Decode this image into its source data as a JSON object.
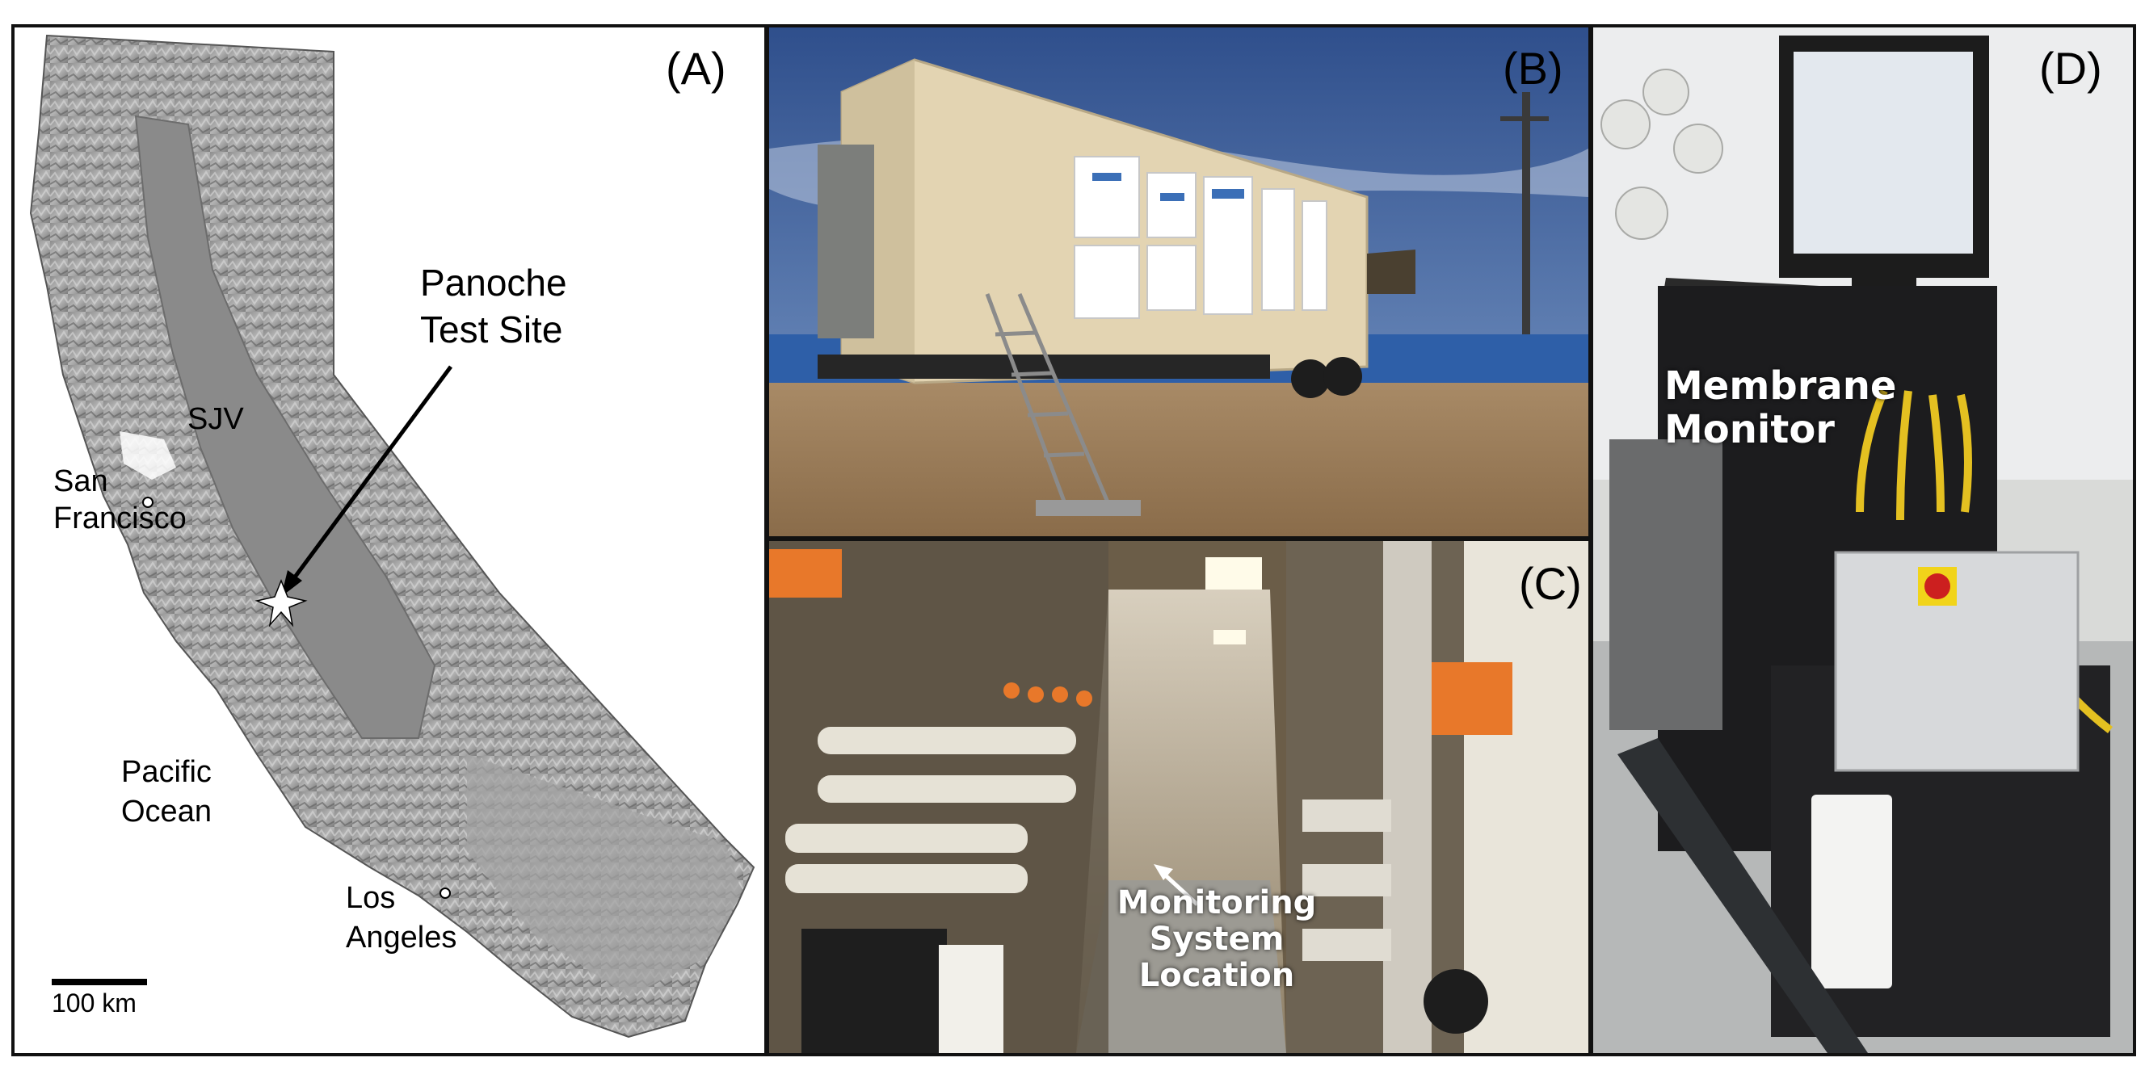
{
  "panels": {
    "a": {
      "label": "(A)",
      "site_title": "Panoche\nTest Site",
      "labels": {
        "sjv": "SJV",
        "san_francisco": "San\nFrancisco",
        "pacific_ocean": "Pacific\nOcean",
        "los_angeles": "Los\nAngeles"
      },
      "scale": "100 km"
    },
    "b": {
      "label": "(B)"
    },
    "c": {
      "label": "(C)",
      "caption": "Monitoring\nSystem\nLocation"
    },
    "d": {
      "label": "(D)",
      "caption": "Membrane\nMonitor"
    }
  },
  "colors": {
    "frame": "#111111",
    "sky": "#4a6ea8",
    "container": "#e2d3b0",
    "ground": "#9a7c5a",
    "interior": "#7a6a55",
    "orange": "#e8782a",
    "cabinet": "#1c1c1e",
    "gray_box": "#d7d9db"
  }
}
